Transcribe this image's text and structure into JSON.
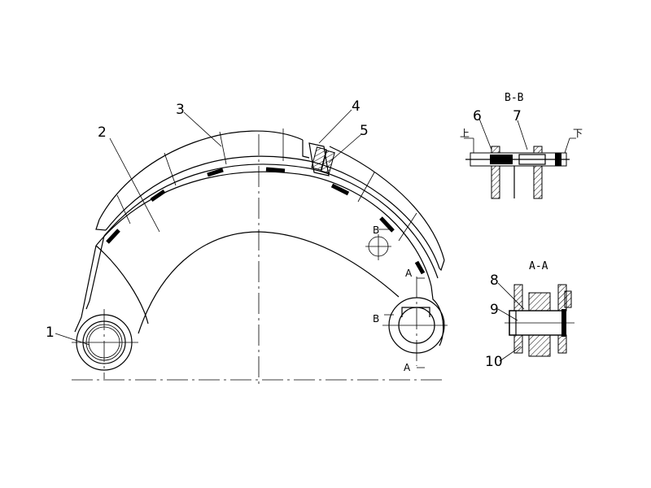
{
  "part_numbers": [
    "1",
    "2",
    "3",
    "4",
    "5",
    "6",
    "7",
    "8",
    "9",
    "10"
  ],
  "section_marks": {
    "a": "A",
    "b": "B"
  },
  "section_titles": {
    "bb": "B-B",
    "aa": "A-A"
  },
  "side_labels": {
    "upper": "上",
    "lower": "下"
  }
}
